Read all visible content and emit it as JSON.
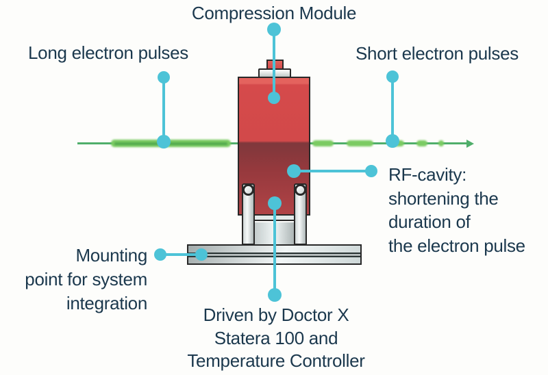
{
  "labels": {
    "title": "Compression Module",
    "long_pulses": "Long electron pulses",
    "short_pulses": "Short electron pulses",
    "rf_cavity": "RF-cavity:\nshortening the\nduration of\nthe electron pulse",
    "mounting": "Mounting\npoint for system\nintegration",
    "driven": "Driven by Doctor X\nStatera 100 and\nTemperature Controller"
  },
  "colors": {
    "text": "#1b384d",
    "callout_teal": "#4dc3d7",
    "beam_green": "#4fae6a",
    "pulse_green": "#7bcb62",
    "module_red": "#d2494a",
    "module_red_highlight": "#e2605c",
    "module_dark_red": "#84383c",
    "metal_gray": "#eef2f2",
    "outline": "#282828"
  }
}
